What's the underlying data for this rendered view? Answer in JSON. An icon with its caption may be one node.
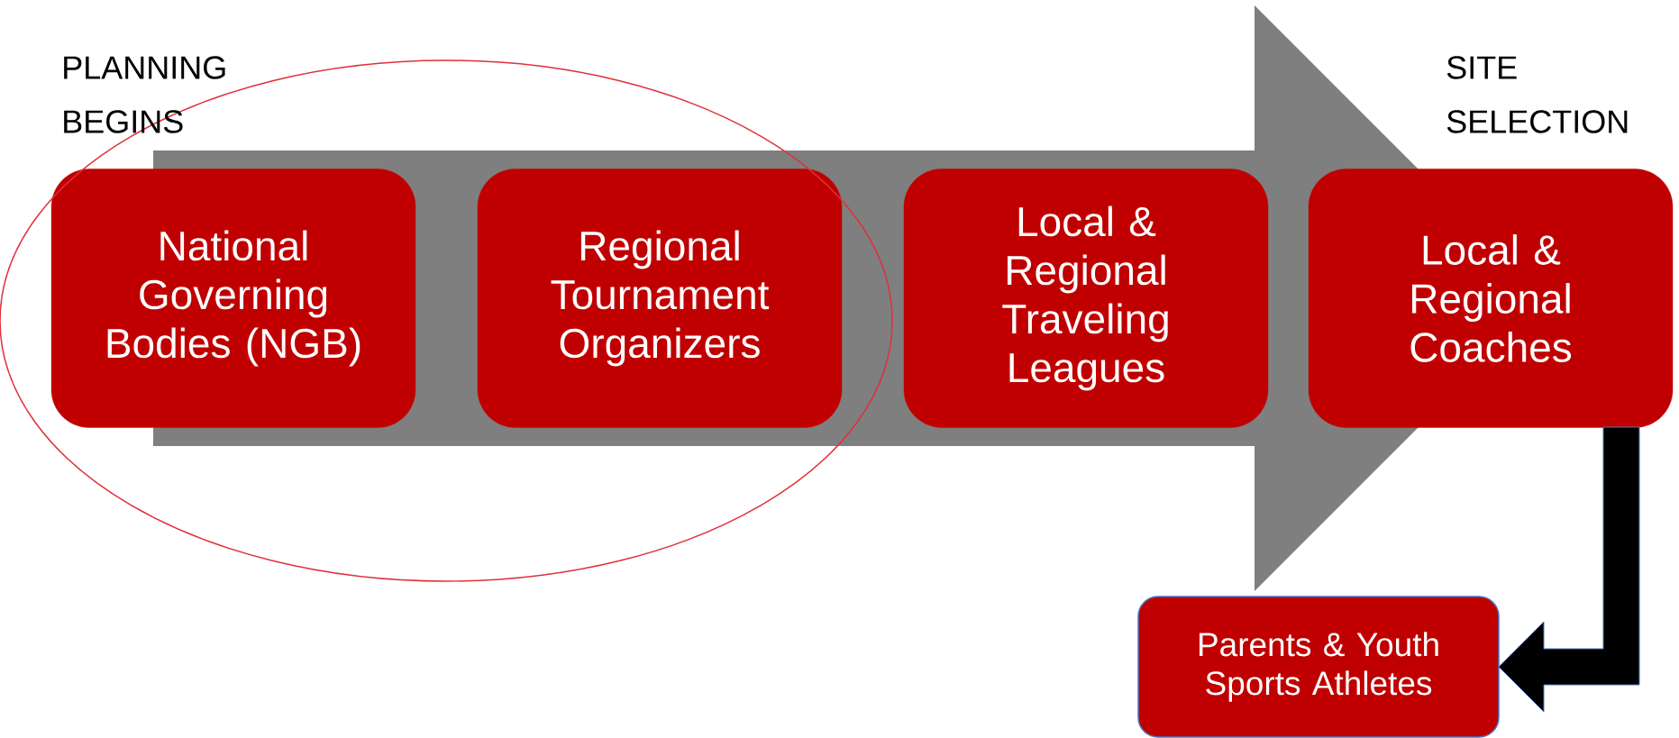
{
  "diagram": {
    "nodes": [
      {
        "text": [
          "National Governing Bodies (NGB)"
        ]
      },
      {
        "text": [
          "Regional Tournament Organizers"
        ]
      },
      {
        "text": [
          "Local & Regional Traveling Leagues"
        ]
      },
      {
        "text": [
          "Local & Regional Coaches"
        ]
      },
      {
        "text": [
          "Parents & Youth Sports Athletes"
        ]
      }
    ],
    "edges": [
      {
        "from": 0,
        "to": 3,
        "arrow": "to",
        "style": "thick",
        "color": "#7f7f7f"
      },
      {
        "from": 3,
        "to": 4,
        "arrow": "to",
        "style": "thick"
      }
    ],
    "labels": [
      "PLANNING BEGINS",
      "SITE SELECTION"
    ]
  }
}
